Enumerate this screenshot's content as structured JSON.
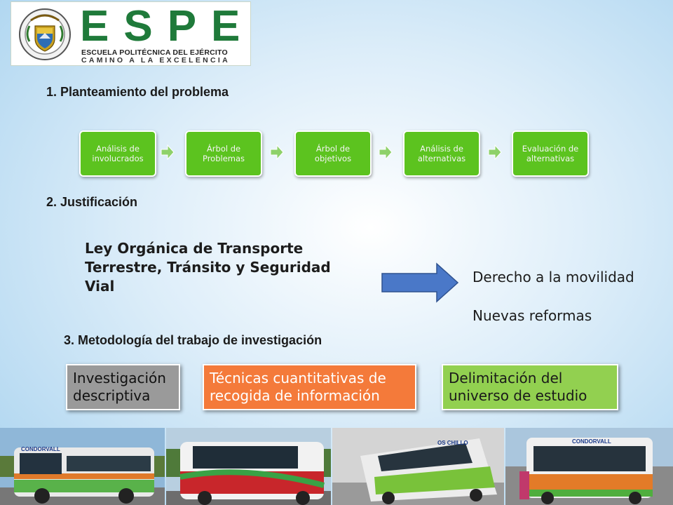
{
  "logo": {
    "title": "ESPE",
    "subtitle_line1": "ESCUELA POLITÉCNICA DEL EJÉRCITO",
    "subtitle_line2": "CAMINO A LA EXCELENCIA"
  },
  "section1": {
    "heading": "1. Planteamiento del problema"
  },
  "flow": {
    "steps": [
      "Análisis de involucrados",
      "Árbol de Problemas",
      "Árbol de objetivos",
      "Análisis de alternativas",
      "Evaluación de alternativas"
    ]
  },
  "section2": {
    "heading": "2. Justificación",
    "law_text": "Ley Orgánica de Transporte Terrestre, Tránsito y Seguridad Vial",
    "outcomes": [
      "Derecho a la movilidad",
      "Nuevas reformas"
    ]
  },
  "section3": {
    "heading": "3. Metodología del trabajo de investigación",
    "boxes": [
      "Investigación descriptiva",
      "Técnicas cuantitativas de recogida de información",
      "Delimitación del universo de estudio"
    ]
  },
  "photos": {
    "bus_sign_1": "CONDORVALL",
    "bus_sign_3": "OS CHILLO",
    "bus_sign_4": "CONDORVALL"
  },
  "colors": {
    "flow_box": "#5cc31f",
    "arrow_blue": "#4472c4",
    "box_gray": "#9a9a9a",
    "box_orange": "#f47a3a",
    "box_green": "#92d050",
    "logo_green": "#1f7a3a"
  }
}
